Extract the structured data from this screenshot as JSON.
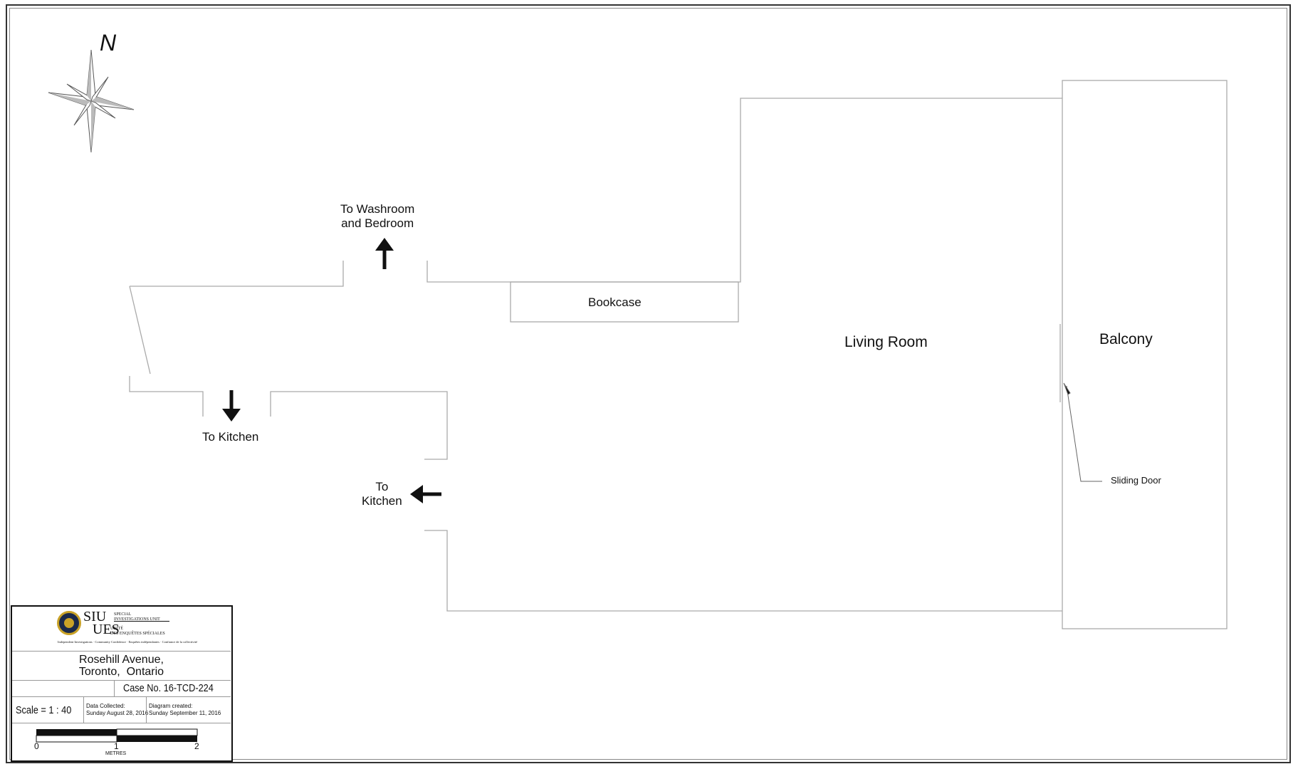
{
  "compass": {
    "north_label": "N"
  },
  "labels": {
    "to_washroom": "To Washroom\nand Bedroom",
    "bookcase": "Bookcase",
    "living_room": "Living Room",
    "balcony": "Balcony",
    "to_kitchen_south": "To Kitchen",
    "to_kitchen_west": "To\nKitchen",
    "sliding_door": "Sliding Door"
  },
  "title_block": {
    "logo": {
      "siu": "SIU",
      "ues": "UES",
      "siu_full": "SPECIAL\nINVESTIGATIONS UNIT",
      "ues_full": "UNITÉ\nDES ENQUÊTES SPÉCIALES",
      "tagline": "Independent Investigations · Community Confidence · Enquêtes indépendantes · Confiance de la collectivité"
    },
    "address": "Rosehill Avenue,\nToronto,  Ontario",
    "case_no": "Case No. 16-TCD-224",
    "scale": "Scale =  1 : 40",
    "data_collected_label": "Data Collected:",
    "data_collected_date": "Sunday August 28, 2016",
    "diagram_created_label": "Diagram created:",
    "diagram_created_date": "Sunday September 11, 2016",
    "scalebar": {
      "ticks": [
        "0",
        "1",
        "2"
      ],
      "unit": "METRES"
    }
  },
  "colors": {
    "wall": "#aaaaaa",
    "ink": "#111111",
    "seal_blue": "#1b2a4a",
    "seal_gold": "#c9a227"
  }
}
